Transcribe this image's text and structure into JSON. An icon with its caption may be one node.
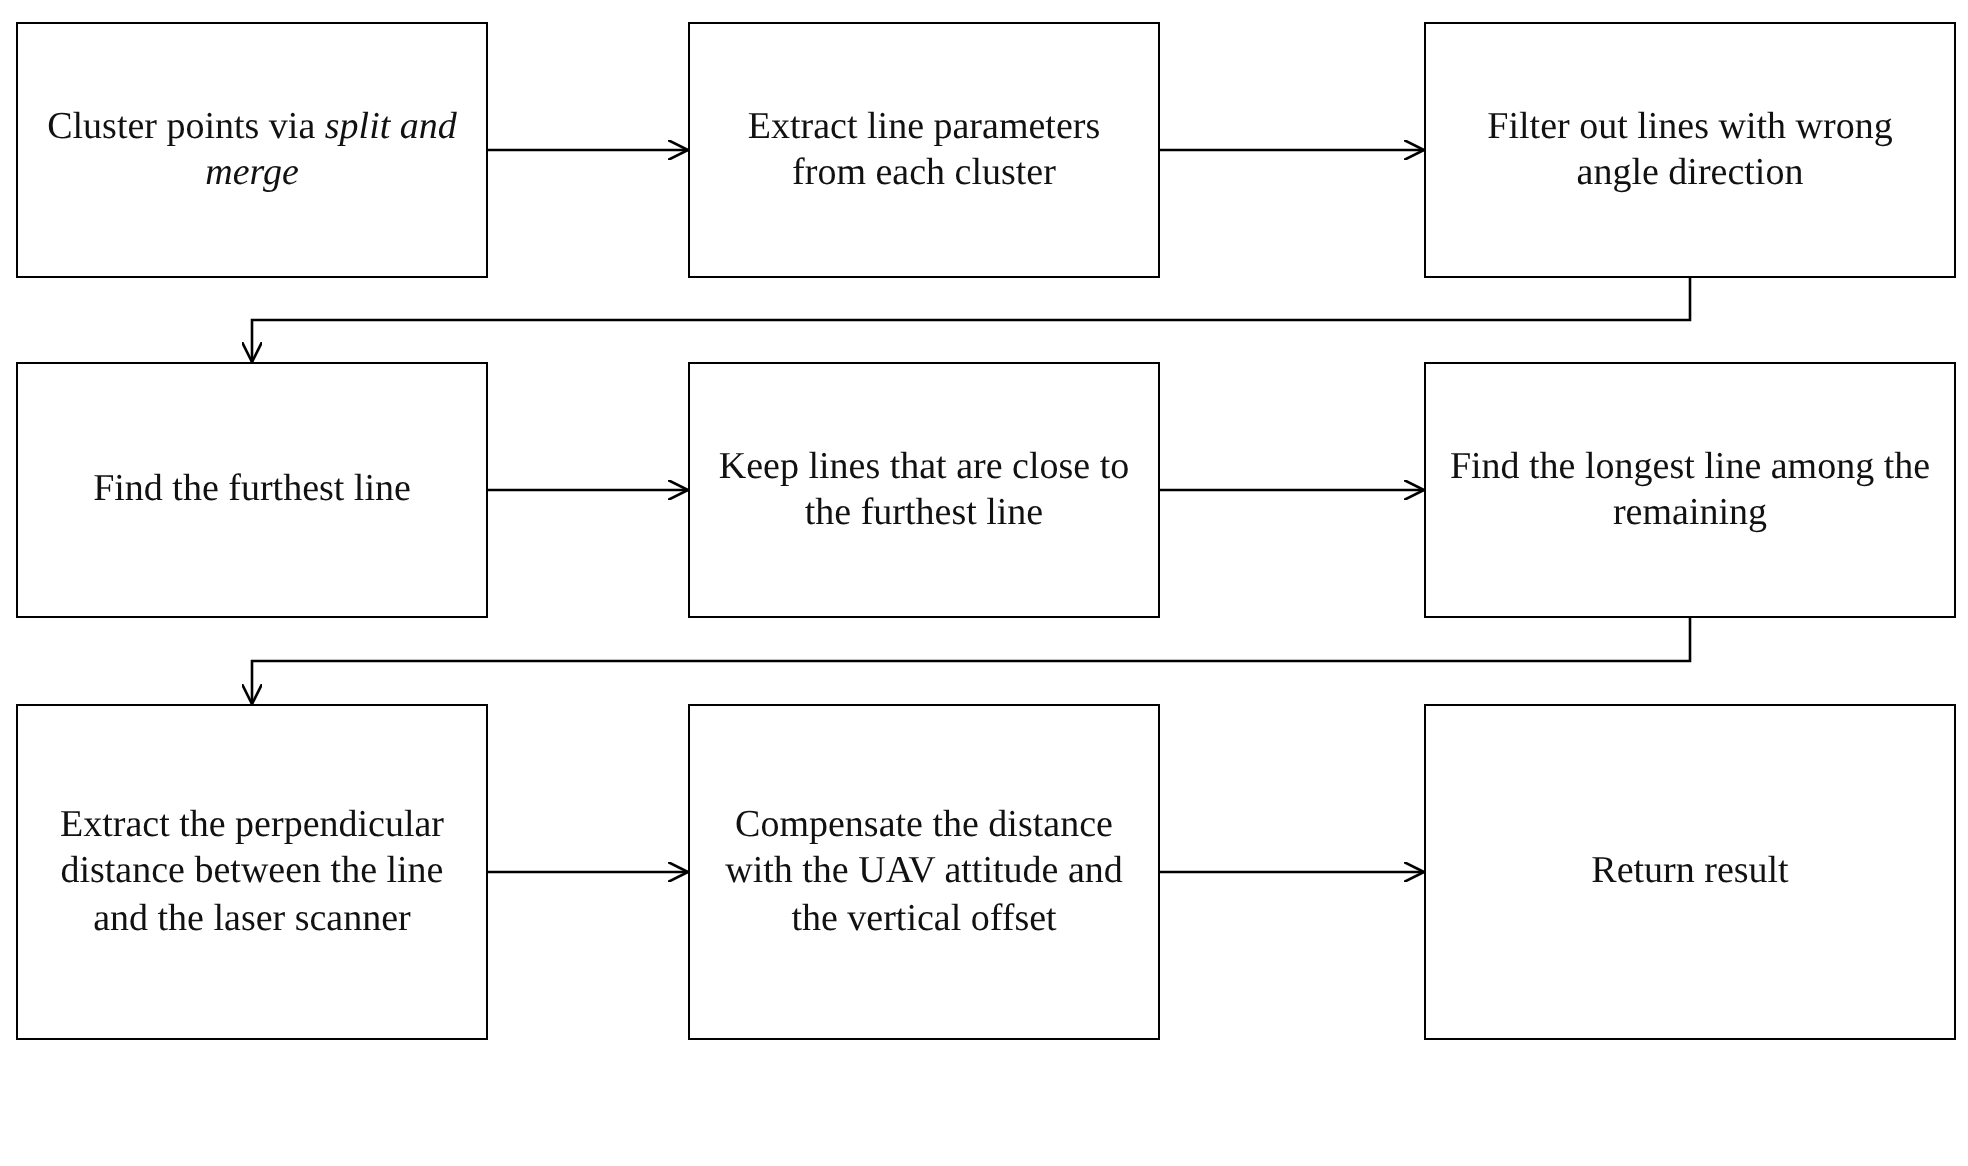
{
  "diagram": {
    "nodes": [
      {
        "text": [
          "Cluster points via *split and merge*"
        ]
      },
      {
        "text": [
          "Extract line parameters from each cluster"
        ]
      },
      {
        "text": [
          "Filter out lines with wrong angle direction"
        ]
      },
      {
        "text": [
          "Find the furthest line"
        ]
      },
      {
        "text": [
          "Keep lines that are close to the furthest line"
        ]
      },
      {
        "text": [
          "Find the longest line among the remaining"
        ]
      },
      {
        "text": [
          "Extract the perpendicular distance between the line and the laser scanner"
        ]
      },
      {
        "text": [
          "Compensate the distance with the UAV attitude and the vertical offset"
        ]
      },
      {
        "text": [
          "Return result"
        ]
      }
    ],
    "edges": [
      {
        "from": 0,
        "to": 1,
        "arrow": "to"
      },
      {
        "from": 1,
        "to": 2,
        "arrow": "to"
      },
      {
        "from": 2,
        "to": 3,
        "arrow": "to"
      },
      {
        "from": 3,
        "to": 4,
        "arrow": "to"
      },
      {
        "from": 4,
        "to": 5,
        "arrow": "to"
      },
      {
        "from": 5,
        "to": 6,
        "arrow": "to"
      },
      {
        "from": 6,
        "to": 7,
        "arrow": "to"
      },
      {
        "from": 7,
        "to": 8,
        "arrow": "to"
      }
    ]
  }
}
